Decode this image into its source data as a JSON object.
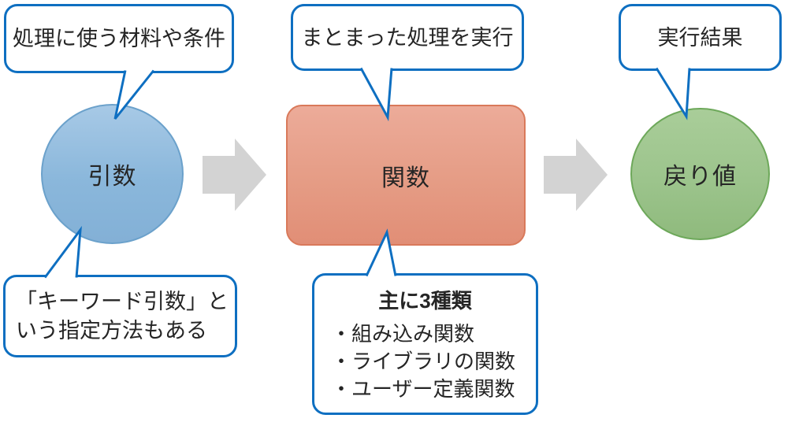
{
  "nodes": {
    "argument": {
      "label": "引数"
    },
    "function": {
      "label": "関数"
    },
    "return_value": {
      "label": "戻り値"
    }
  },
  "callouts": {
    "materials": {
      "text": "処理に使う材料や条件"
    },
    "process": {
      "text": "まとまった処理を実行"
    },
    "result": {
      "text": "実行結果"
    },
    "keyword": {
      "line1": "「キーワード引数」と",
      "line2": "いう指定方法もある"
    },
    "types": {
      "title": "主に3種類",
      "items": [
        "・組み込み関数",
        "・ライブラリの関数",
        "・ユーザー定義関数"
      ]
    }
  },
  "colors": {
    "callout_border": "#0e6fc1",
    "argument_fill": "#8ab7db",
    "argument_border": "#6ba1cb",
    "function_fill": "#e59c85",
    "function_border": "#d9795a",
    "return_fill": "#9cc48c",
    "return_border": "#6da85a",
    "arrow_fill": "#d3d3d3",
    "text": "#222222"
  }
}
